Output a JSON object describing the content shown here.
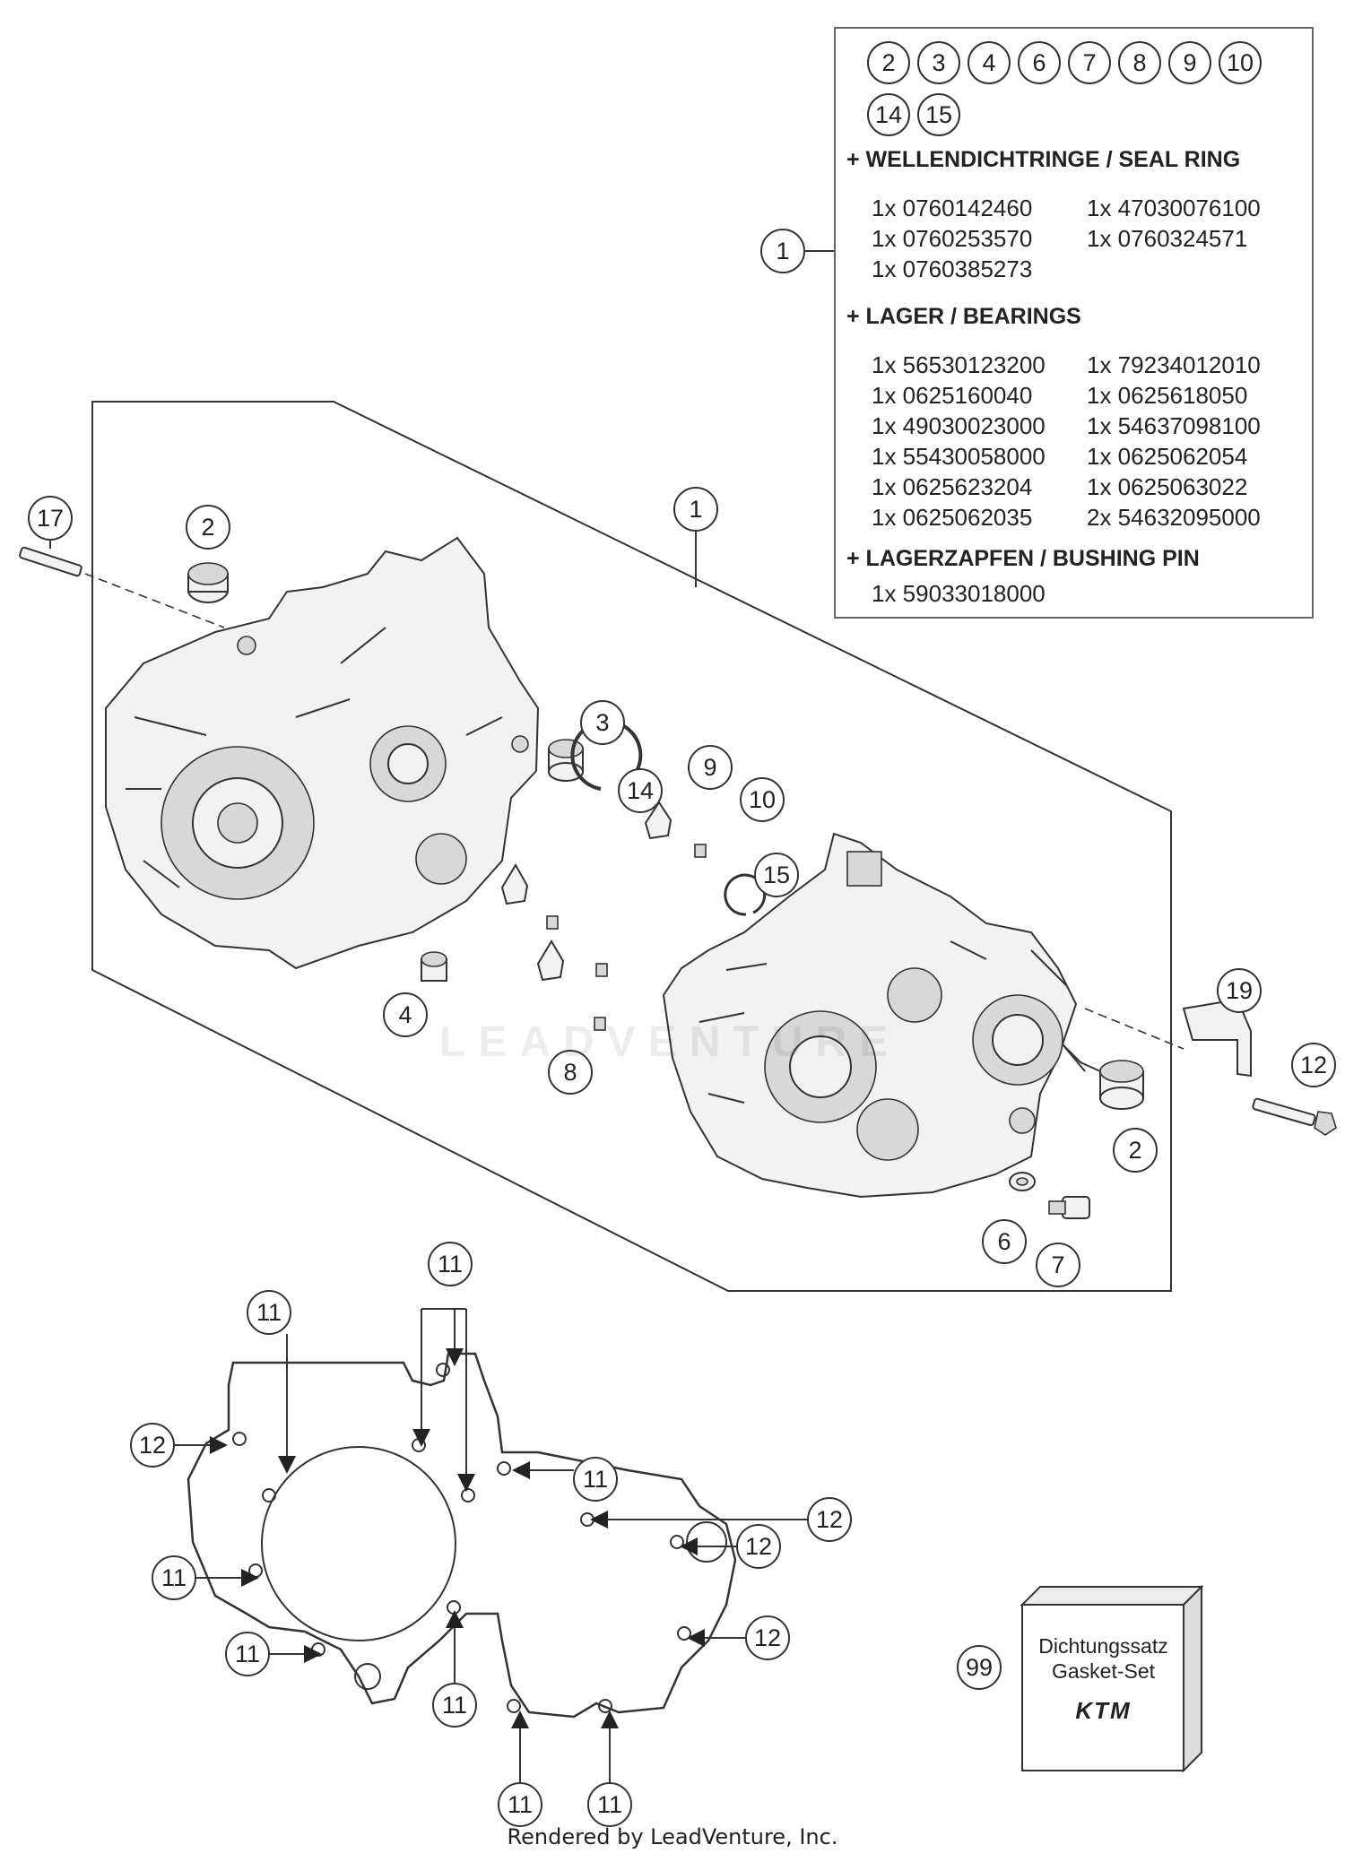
{
  "info_box": {
    "callouts_row1": [
      "2",
      "3",
      "4",
      "6",
      "7",
      "8",
      "9",
      "10"
    ],
    "callouts_row2": [
      "14",
      "15"
    ],
    "seal_ring_heading": "+ WELLENDICHTRINGE / SEAL RING",
    "seal_ring_parts": [
      "1x 0760142460",
      "1x 47030076100",
      "1x 0760253570",
      "1x 0760324571",
      "1x 0760385273"
    ],
    "bearings_heading": "+ LAGER / BEARINGS",
    "bearings_parts": [
      "1x 56530123200",
      "1x 79234012010",
      "1x 0625160040",
      "1x 0625618050",
      "1x 49030023000",
      "1x 54637098100",
      "1x 55430058000",
      "1x 0625062054",
      "1x 0625623204",
      "1x 0625063022",
      "1x 0625062035",
      "2x 54632095000"
    ],
    "bushing_heading": "+ LAGERZAPFEN / BUSHING PIN",
    "bushing_parts": [
      "1x 59033018000"
    ]
  },
  "callouts": {
    "c1_box": "1",
    "c1_main": "1",
    "c17": "17",
    "c2_left": "2",
    "c3": "3",
    "c14": "14",
    "c9": "9",
    "c10": "10",
    "c15": "15",
    "c4": "4",
    "c8": "8",
    "c19": "19",
    "c12_bolt": "12",
    "c2_right": "2",
    "c6": "6",
    "c7": "7",
    "c11_a": "11",
    "c11_b": "11",
    "c11_c": "11",
    "c11_d": "11",
    "c11_e": "11",
    "c11_f": "11",
    "c11_g": "11",
    "c11_h": "11",
    "c12_a": "12",
    "c12_b": "12",
    "c12_c": "12",
    "c12_d": "12",
    "c99": "99"
  },
  "gasket_set": {
    "line1": "Dichtungssatz",
    "line2": "Gasket-Set",
    "logo": "KTM"
  },
  "watermark": "LEADVENTURE",
  "footer": "Rendered by LeadVenture, Inc."
}
